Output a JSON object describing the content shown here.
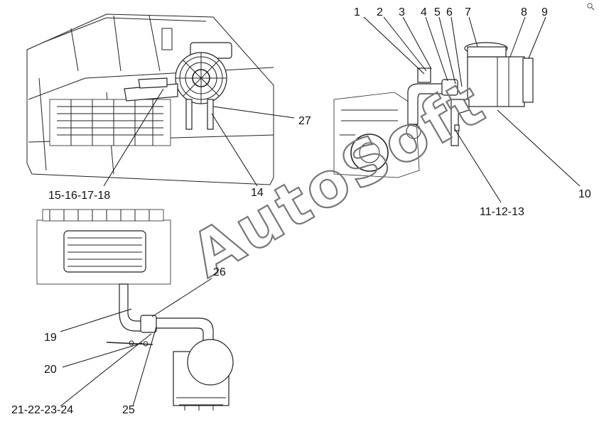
{
  "callouts": {
    "c1": "1",
    "c2": "2",
    "c3": "3",
    "c4": "4",
    "c5": "5",
    "c6": "6",
    "c7": "7",
    "c8": "8",
    "c9": "9",
    "c10": "10",
    "c11_13": "11-12-13",
    "c14": "14",
    "c15_18": "15-16-17-18",
    "c19": "19",
    "c20": "20",
    "c21_24": "21-22-23-24",
    "c25": "25",
    "c26": "26",
    "c27": "27"
  },
  "watermark": "AutoSoft",
  "corner_icon": "zoom-icon"
}
